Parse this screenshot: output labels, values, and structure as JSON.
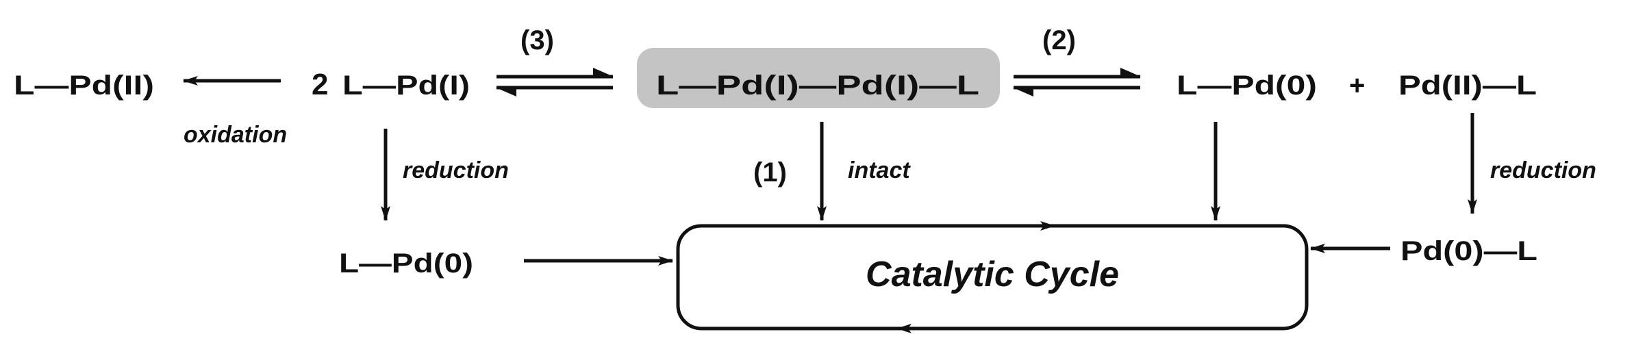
{
  "nodes": {
    "pd2_left": "L—Pd(II)",
    "coef_two": "2",
    "pd1_monomer": "L—Pd(I)",
    "dimer": "L—Pd(I)—Pd(I)—L",
    "pd0_right": "L—Pd(0)",
    "plus": "+",
    "pd2_right": "Pd(II)—L",
    "pd0_lower_left": "L—Pd(0)",
    "pd0_lower_right": "Pd(0)—L",
    "catalytic_cycle": "Catalytic Cycle"
  },
  "labels": {
    "path3": "(3)",
    "path2": "(2)",
    "path1": "(1)",
    "oxidation": "oxidation",
    "reduction_left": "reduction",
    "intact": "intact",
    "reduction_right": "reduction"
  },
  "colors": {
    "dimer_highlight": "#c4c4c4",
    "ink": "#111111"
  }
}
